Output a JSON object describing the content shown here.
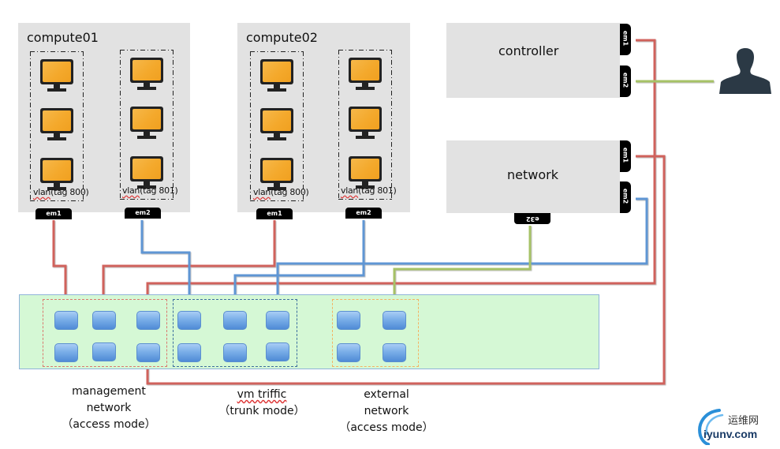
{
  "colors": {
    "node_bg": "#e2e2e2",
    "switch_bg": "#d5f8d5",
    "management_wire": "#d0625b",
    "vm_wire": "#5f96d4",
    "external_wire": "#a6c266",
    "management_zone": "#d97a70",
    "vm_zone": "#3d6f9e",
    "external_zone": "#f3b363",
    "vm_screen": "#f4a92c",
    "user_icon": "#2b3945"
  },
  "nodes": {
    "compute01": {
      "title": "compute01",
      "vlans": [
        {
          "label_prefix": "vlan",
          "label_rest": "(tag 800)",
          "vm_count": 3
        },
        {
          "label_prefix": "vlan",
          "label_rest": "(tag 801)",
          "vm_count": 3
        }
      ],
      "nics": [
        "em1",
        "em2"
      ]
    },
    "compute02": {
      "title": "compute02",
      "vlans": [
        {
          "label_prefix": "vlan",
          "label_rest": "(tag 800)",
          "vm_count": 3
        },
        {
          "label_prefix": "vlan",
          "label_rest": "(tag 801)",
          "vm_count": 3
        }
      ],
      "nics": [
        "em1",
        "em2"
      ]
    },
    "controller": {
      "title": "controller",
      "nics": [
        "em1",
        "em2"
      ]
    },
    "network": {
      "title": "network",
      "nics": [
        "em1",
        "em2",
        "e32"
      ]
    }
  },
  "switch": {
    "zones": [
      {
        "name": "management",
        "line1": "management",
        "line2": "network",
        "line3": "（access mode）",
        "ports": 6
      },
      {
        "name": "vm",
        "line1_wavy": "vm triffic",
        "line2": "（trunk mode）",
        "ports": 6
      },
      {
        "name": "external",
        "line1": "external",
        "line2": "network",
        "line3": "（access mode）",
        "ports": 4
      }
    ]
  },
  "user": {
    "icon": "user-silhouette-icon"
  },
  "watermark": {
    "text_cn": "运维网",
    "text_domain": "iyunv.com"
  }
}
